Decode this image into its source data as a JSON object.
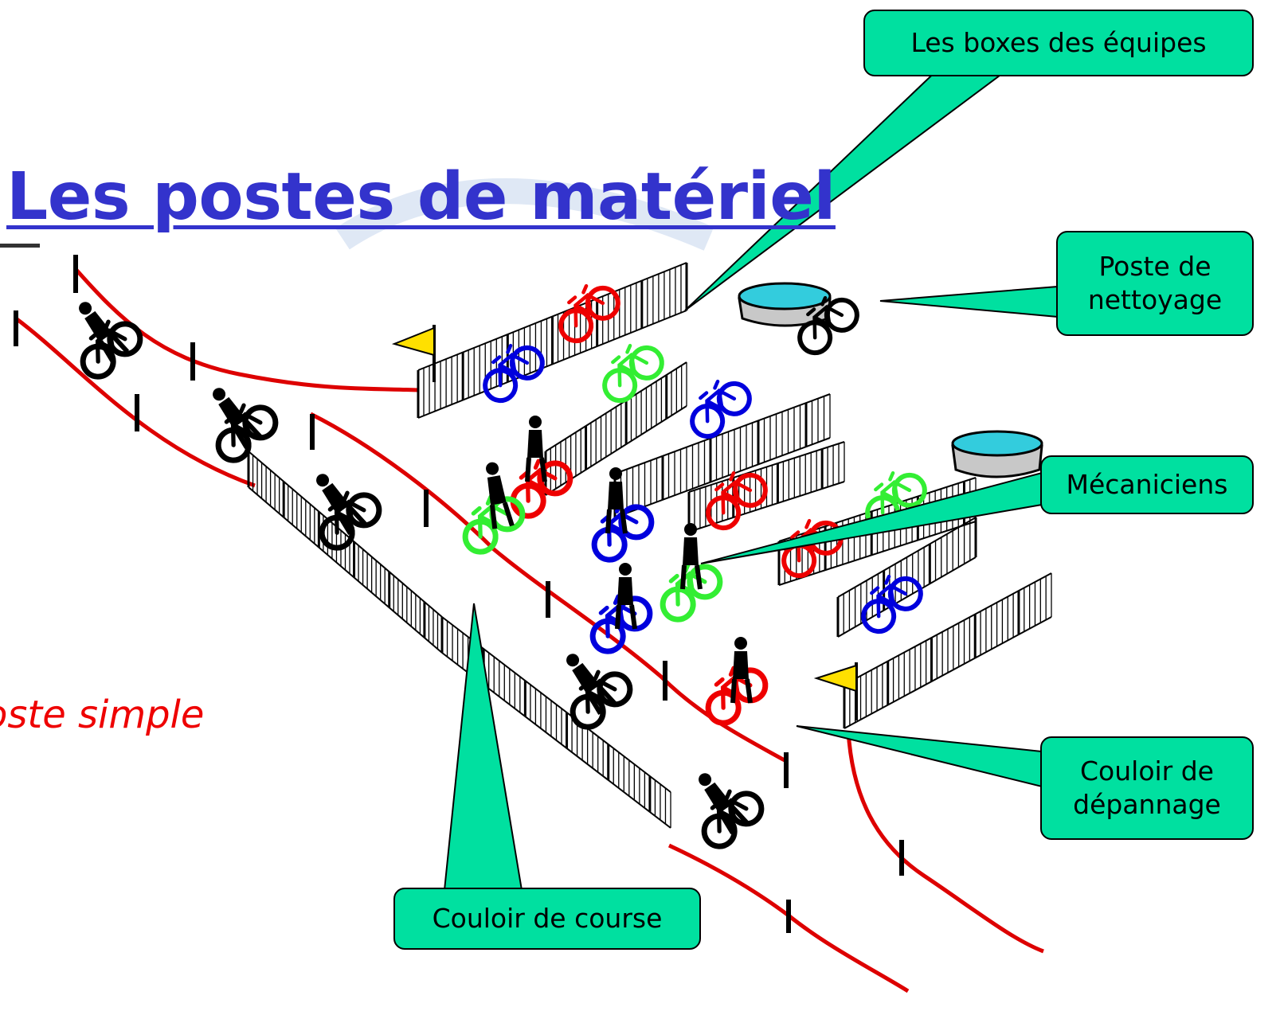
{
  "title": "Les postes de matériel",
  "subtitle": "oste simple",
  "callouts": {
    "boxes": "Les boxes des équipes",
    "nettoyage_line1": "Poste de",
    "nettoyage_line2": "nettoyage",
    "mecaniciens": "Mécaniciens",
    "depannage_line1": "Couloir de",
    "depannage_line2": "dépannage",
    "course": "Couloir de course"
  },
  "colors": {
    "title": "#3333cc",
    "subtitle": "#ee0000",
    "callout_fill": "#00e0a0",
    "rope": "#dd0000",
    "flag": "#ffe000",
    "water": "#33ccdd",
    "team_blue": "#0000dd",
    "team_red": "#ee0000",
    "team_green": "#33ee33"
  },
  "icons": [
    "bicycle-icon",
    "rider-icon",
    "barrier-icon",
    "flag-icon",
    "wash-tub-icon",
    "mechanic-icon"
  ]
}
